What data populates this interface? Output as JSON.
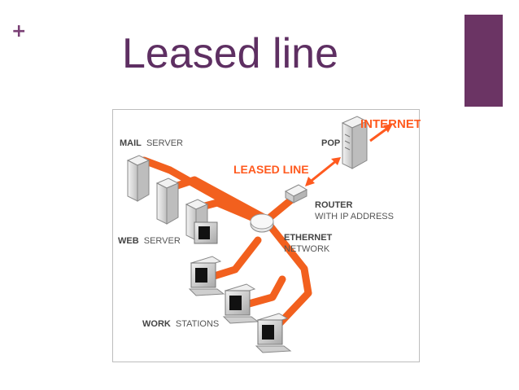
{
  "slide": {
    "plus": "+",
    "title": "Leased line",
    "accent_color": "#6b3464"
  },
  "diagram": {
    "internet": "INTERNET",
    "pop": "POP",
    "leased_line": "LEASED LINE",
    "router_line1": "ROUTER",
    "router_line2": "WITH IP ADDRESS",
    "ethernet_line1": "ETHERNET",
    "ethernet_line2": "NETWORK",
    "mail_server_b": "MAIL",
    "mail_server_r": "SERVER",
    "web_server_b": "WEB",
    "web_server_r": "SERVER",
    "work_stations_b": "WORK",
    "work_stations_r": "STATIONS",
    "cable_color": "#f2601e",
    "arrow_color": "#ff5a1f"
  }
}
